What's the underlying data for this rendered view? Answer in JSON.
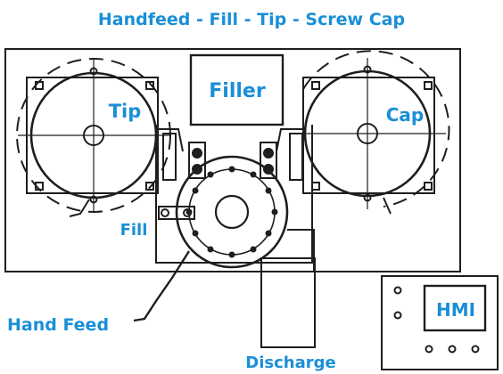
{
  "title": "Handfeed - Fill - Tip - Screw Cap",
  "labels": {
    "filler": "Filler",
    "tip": "Tip",
    "cap": "Cap",
    "fill": "Fill",
    "hand_feed": "Hand Feed",
    "discharge": "Discharge",
    "hmi": "HMI"
  },
  "colors": {
    "label": "#1a8fd6",
    "line": "#1e1e1e",
    "background": "#ffffff"
  }
}
